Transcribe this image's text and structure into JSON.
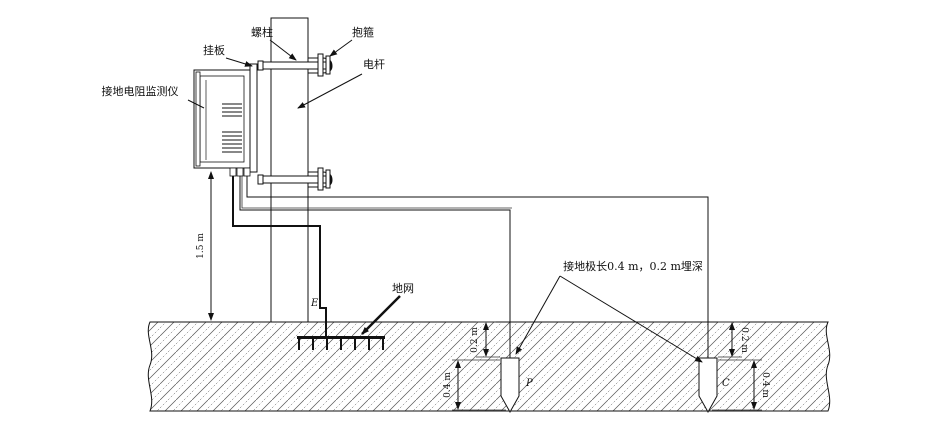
{
  "labels": {
    "screw_post": "螺柱",
    "clamp": "抱箍",
    "hanging_plate": "挂板",
    "pole": "电杆",
    "monitor": "接地电阻监测仪",
    "ground_net": "地网",
    "electrode_note": "接地极长0.4 m，0.2 m埋深",
    "height_1_5": "1.5 m",
    "p_depth_top": "0.2 m",
    "p_length": "0.4 m",
    "c_depth_top": "0.2 m",
    "c_length": "0.4 m",
    "e_mark": "E",
    "p_mark": "P",
    "c_mark": "C"
  }
}
